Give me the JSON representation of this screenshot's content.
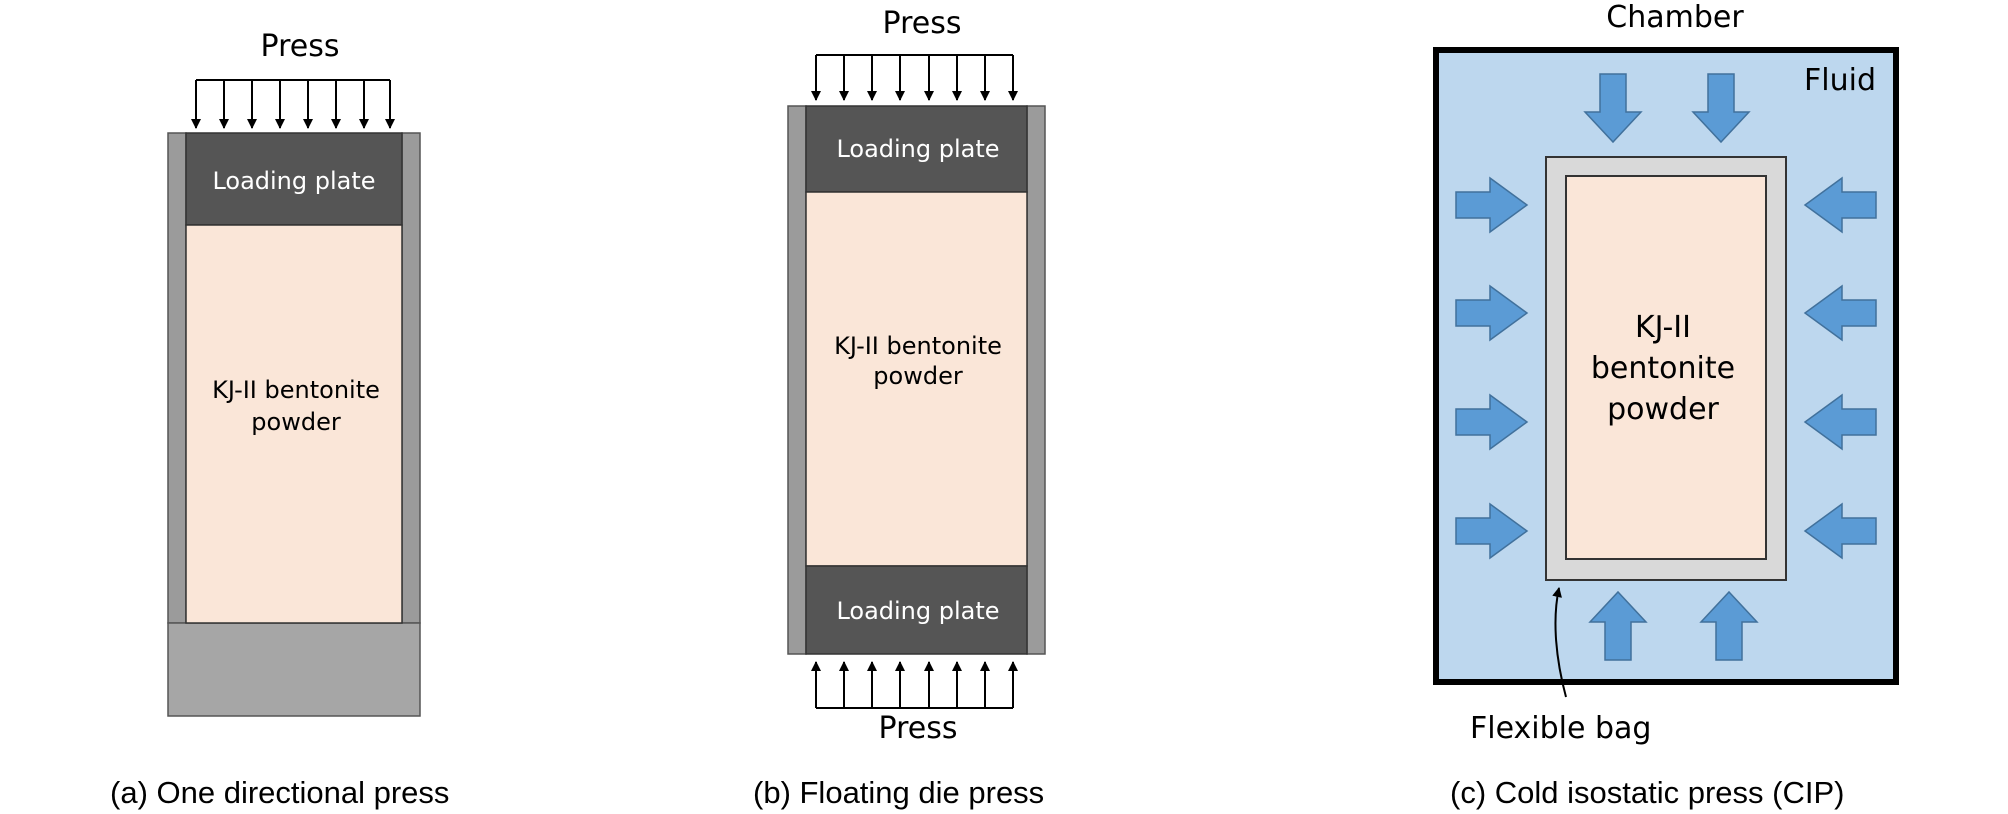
{
  "panel_a": {
    "press_label": "Press",
    "plate_label": "Loading plate",
    "powder_line1": "KJ-II bentonite",
    "powder_line2": "powder",
    "caption": "(a)  One directional press"
  },
  "panel_b": {
    "press_top_label": "Press",
    "press_bottom_label": "Press",
    "plate_top_label": "Loading plate",
    "plate_bottom_label": "Loading plate",
    "powder_line1": "KJ-II bentonite",
    "powder_line2": "powder",
    "caption": "(b)  Floating die press"
  },
  "panel_c": {
    "chamber_label": "Chamber",
    "fluid_label": "Fluid",
    "powder_line1": "KJ-II",
    "powder_line2": "bentonite",
    "powder_line3": "powder",
    "bag_label": "Flexible bag",
    "caption": "(c)  Cold isostatic press (CIP)"
  },
  "colors": {
    "plate": "#555555",
    "wall": "#9b9b9b",
    "base": "#a6a6a6",
    "powder": "#fae6d8",
    "fluid": "#bdd7ee",
    "arrow_fill": "#5b9bd5",
    "arrow_stroke": "#41719c",
    "bag": "#d9d9d9"
  }
}
